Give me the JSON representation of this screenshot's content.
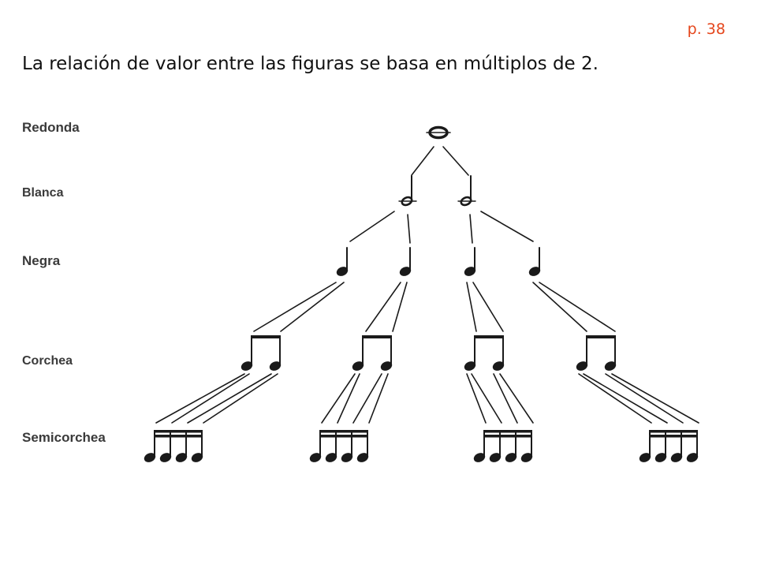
{
  "slide": {
    "page_number": "p. 38",
    "title": "La relación de valor entre las figuras se basa en múltiplos de 2."
  },
  "levels": [
    {
      "label": "Redonda",
      "count": 1
    },
    {
      "label": "Blanca",
      "count": 2
    },
    {
      "label": "Negra",
      "count": 4
    },
    {
      "label": "Corchea",
      "count": 8
    },
    {
      "label": "Semicorchea",
      "count": 16
    }
  ],
  "colors": {
    "ink": "#1a1a1a",
    "page_number": "#e5461c"
  }
}
